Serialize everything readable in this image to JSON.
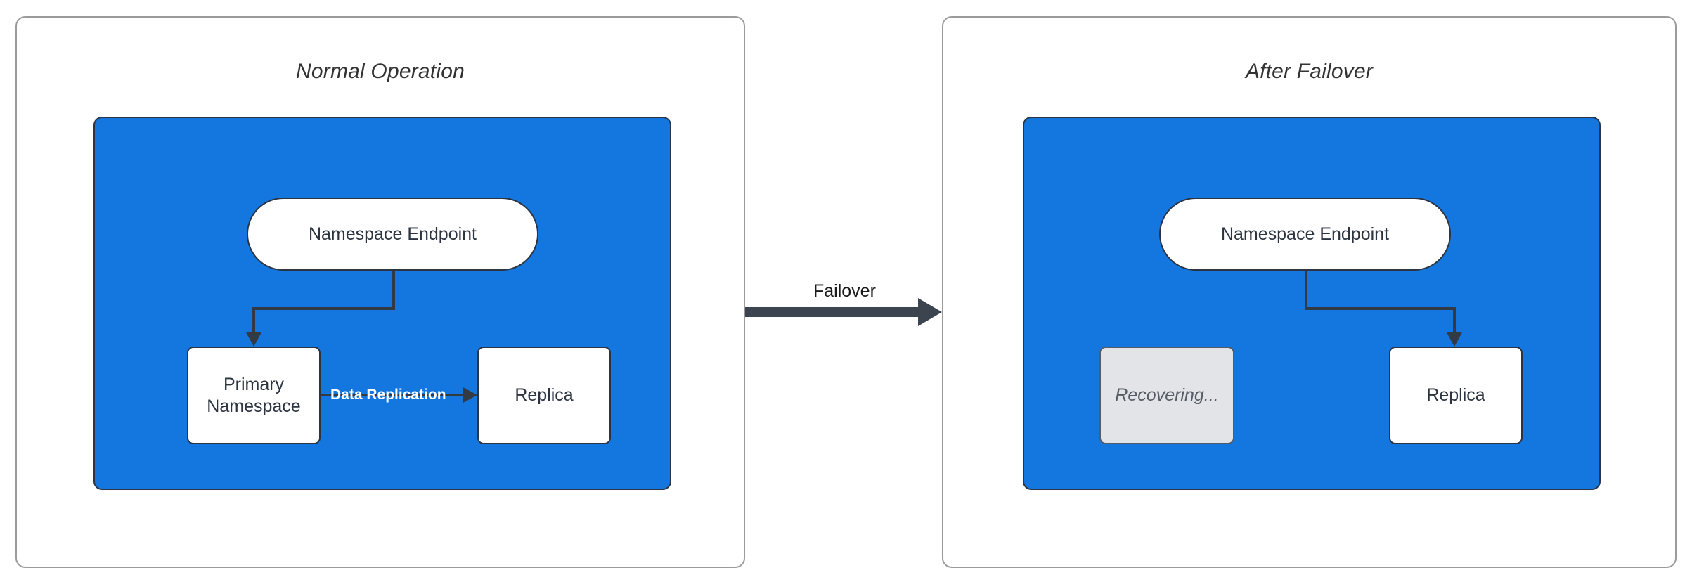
{
  "diagram": {
    "title_left": "Normal Operation",
    "title_right": "After Failover",
    "transition_label": "Failover",
    "colors": {
      "region_blue": "#1477e0",
      "stroke_dark": "#2b3440",
      "edge_dark": "#333a44",
      "panel_border": "#9b9b9b",
      "dim_fill": "#e2e4e7",
      "dim_text": "#555c66",
      "edge_label_text": "#ffffff"
    },
    "left_panel": {
      "endpoint": {
        "label": "Namespace Endpoint"
      },
      "primary": {
        "label": "Primary\nNamespace",
        "line1": "Primary",
        "line2": "Namespace"
      },
      "replica": {
        "label": "Replica"
      },
      "replication_edge_label": "Data Replication"
    },
    "right_panel": {
      "endpoint": {
        "label": "Namespace Endpoint"
      },
      "recovering": {
        "label": "Recovering..."
      },
      "replica": {
        "label": "Replica"
      }
    }
  }
}
